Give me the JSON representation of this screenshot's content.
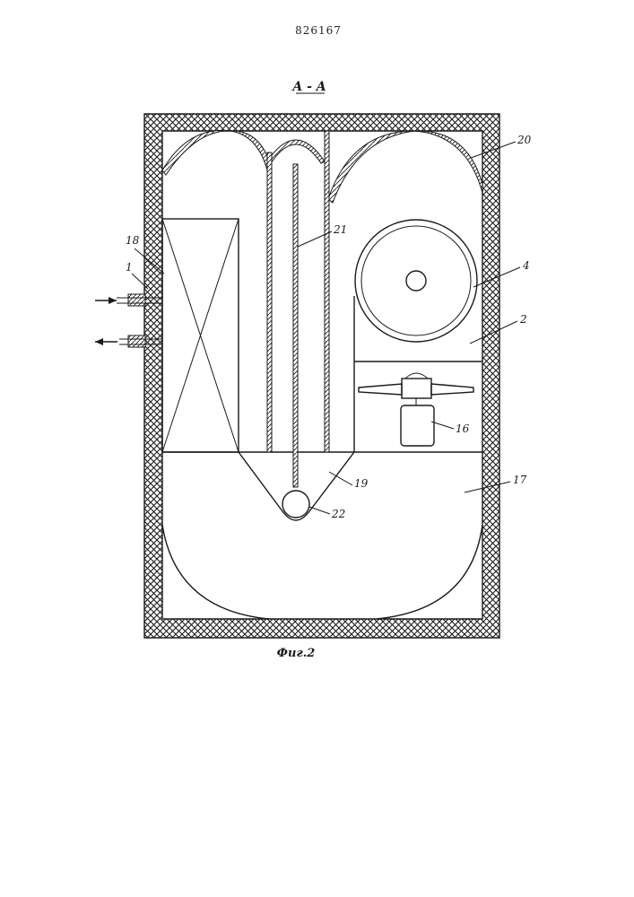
{
  "document_number": "826167",
  "section_label": "A - A",
  "figure_caption": "Фиг.2",
  "callouts": [
    "1",
    "2",
    "4",
    "16",
    "17",
    "18",
    "19",
    "20",
    "21",
    "22"
  ]
}
